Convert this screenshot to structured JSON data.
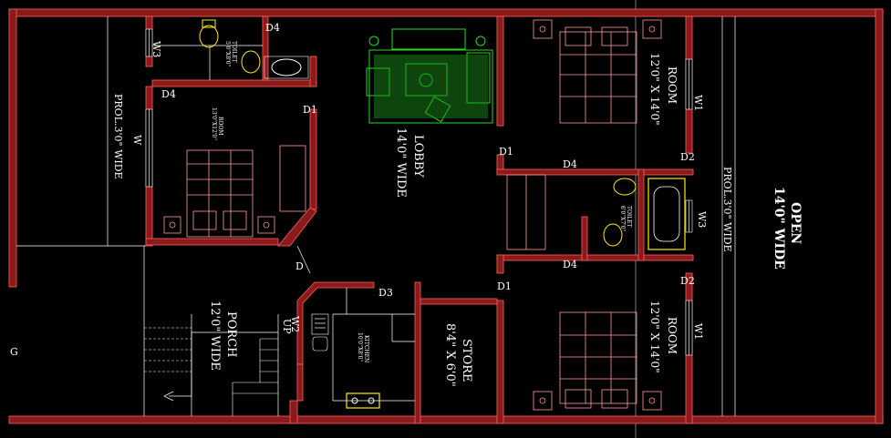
{
  "rooms": {
    "lobby": {
      "name": "LOBBY",
      "dim": "14'0\" WIDE"
    },
    "room_main": {
      "name": "ROOM",
      "dim": "13'0\"X12'0\""
    },
    "toilet_top": {
      "name": "TOILET",
      "dim": "5'0\"X8'0\""
    },
    "room_top_right": {
      "name": "ROOM",
      "dim": "12'0\" X 14'0\""
    },
    "room_bottom_right": {
      "name": "ROOM",
      "dim": "12'0\" X 14'0\""
    },
    "toilet_mid": {
      "name": "TOILET",
      "dim": "6'0\"X7'0\""
    },
    "porch": {
      "name": "PORCH",
      "dim": "12'0\" WIDE"
    },
    "kitchen": {
      "name": "KITCHEN",
      "dim": "10'0\"X8'0\""
    },
    "store": {
      "name": "STORE",
      "dim": "8'4\" X 6'0\""
    },
    "open": {
      "name": "OPEN",
      "dim": "14'0\" WIDE"
    },
    "prol_left": {
      "text": "PROL.3'0\" WIDE"
    },
    "prol_right": {
      "text": "PROL.3'0\" WIDE"
    }
  },
  "tags": {
    "w3_top": "W3",
    "d4_top": "D4",
    "d4_left": "D4",
    "d1_a": "D1",
    "w_left": "W",
    "d1_mid": "D1",
    "d4_mid_top": "D4",
    "d2_top": "D2",
    "w3_mid": "W3",
    "d4_mid_bot": "D4",
    "d2_bot": "D2",
    "d1_low": "D1",
    "w1_top": "W1",
    "w1_bot": "W1",
    "d_diag": "D",
    "d3": "D3",
    "w2": "W2",
    "up": "UP",
    "g": "G"
  }
}
